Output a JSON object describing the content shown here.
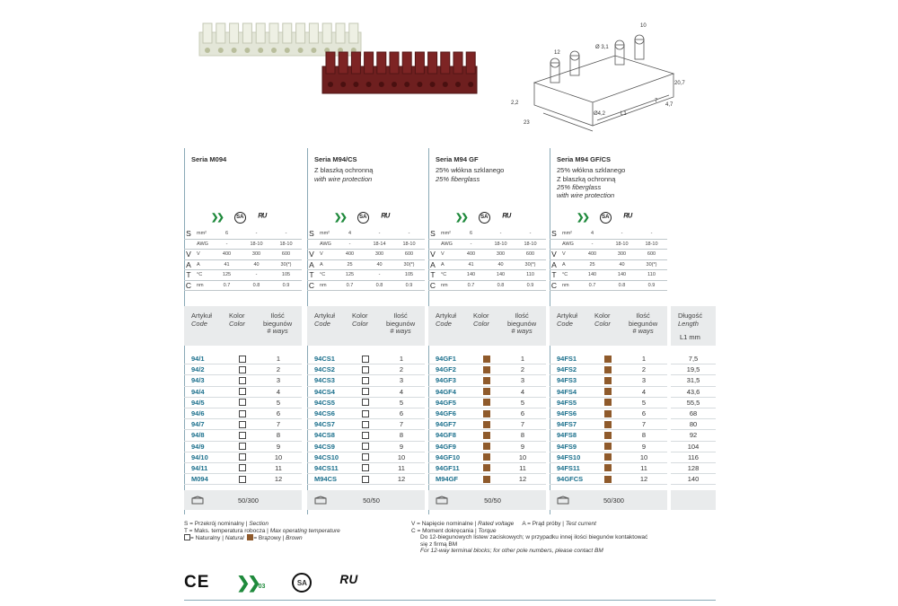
{
  "drawing": {
    "dims": [
      "10",
      "12",
      "Ø 3,1",
      "20,7",
      "2,2",
      "23",
      "Ø4,2",
      "L1",
      "7",
      "4,7"
    ]
  },
  "columns": [
    {
      "series": "Seria M094",
      "desc_pl": [],
      "desc_en": [],
      "specs": [
        {
          "letter": "S",
          "unit": "mm²",
          "vals": [
            "6",
            "-",
            "-"
          ]
        },
        {
          "letter": "",
          "unit": "AWG",
          "vals": [
            "-",
            "18-10",
            "18-10"
          ]
        },
        {
          "letter": "V",
          "unit": "V",
          "vals": [
            "400",
            "300",
            "600"
          ]
        },
        {
          "letter": "A",
          "unit": "A",
          "vals": [
            "41",
            "40",
            "30(*)"
          ]
        },
        {
          "letter": "T",
          "unit": "°C",
          "vals": [
            "125",
            "-",
            "105"
          ]
        },
        {
          "letter": "C",
          "unit": "nm",
          "vals": [
            "0.7",
            "0.8",
            "0.9"
          ]
        }
      ],
      "color": "white",
      "rows": [
        {
          "code": "94/1",
          "ways": "1"
        },
        {
          "code": "94/2",
          "ways": "2"
        },
        {
          "code": "94/3",
          "ways": "3"
        },
        {
          "code": "94/4",
          "ways": "4"
        },
        {
          "code": "94/5",
          "ways": "5"
        },
        {
          "code": "94/6",
          "ways": "6"
        },
        {
          "code": "94/7",
          "ways": "7"
        },
        {
          "code": "94/8",
          "ways": "8"
        },
        {
          "code": "94/9",
          "ways": "9"
        },
        {
          "code": "94/10",
          "ways": "10"
        },
        {
          "code": "94/11",
          "ways": "11"
        },
        {
          "code": "M094",
          "ways": "12"
        }
      ],
      "pack": "50/300"
    },
    {
      "series": "Seria M94/CS",
      "desc_pl": [
        "Z blaszką ochronną"
      ],
      "desc_en": [
        "with wire protection"
      ],
      "specs": [
        {
          "letter": "S",
          "unit": "mm²",
          "vals": [
            "4",
            "-",
            "-"
          ]
        },
        {
          "letter": "",
          "unit": "AWG",
          "vals": [
            "-",
            "18-14",
            "18-10"
          ]
        },
        {
          "letter": "V",
          "unit": "V",
          "vals": [
            "400",
            "300",
            "600"
          ]
        },
        {
          "letter": "A",
          "unit": "A",
          "vals": [
            "25",
            "40",
            "30(*)"
          ]
        },
        {
          "letter": "T",
          "unit": "°C",
          "vals": [
            "125",
            "-",
            "105"
          ]
        },
        {
          "letter": "C",
          "unit": "nm",
          "vals": [
            "0.7",
            "0.8",
            "0.9"
          ]
        }
      ],
      "color": "white",
      "rows": [
        {
          "code": "94CS1",
          "ways": "1"
        },
        {
          "code": "94CS2",
          "ways": "2"
        },
        {
          "code": "94CS3",
          "ways": "3"
        },
        {
          "code": "94CS4",
          "ways": "4"
        },
        {
          "code": "94CS5",
          "ways": "5"
        },
        {
          "code": "94CS6",
          "ways": "6"
        },
        {
          "code": "94CS7",
          "ways": "7"
        },
        {
          "code": "94CS8",
          "ways": "8"
        },
        {
          "code": "94CS9",
          "ways": "9"
        },
        {
          "code": "94CS10",
          "ways": "10"
        },
        {
          "code": "94CS11",
          "ways": "11"
        },
        {
          "code": "M94CS",
          "ways": "12"
        }
      ],
      "pack": "50/50"
    },
    {
      "series": "Seria M94 GF",
      "desc_pl": [
        "25% włókna szklanego"
      ],
      "desc_en": [
        "25% fiberglass"
      ],
      "specs": [
        {
          "letter": "S",
          "unit": "mm²",
          "vals": [
            "6",
            "-",
            "-"
          ]
        },
        {
          "letter": "",
          "unit": "AWG",
          "vals": [
            "-",
            "18-10",
            "18-10"
          ]
        },
        {
          "letter": "V",
          "unit": "V",
          "vals": [
            "400",
            "300",
            "600"
          ]
        },
        {
          "letter": "A",
          "unit": "A",
          "vals": [
            "41",
            "40",
            "30(*)"
          ]
        },
        {
          "letter": "T",
          "unit": "°C",
          "vals": [
            "140",
            "140",
            "110"
          ]
        },
        {
          "letter": "C",
          "unit": "nm",
          "vals": [
            "0.7",
            "0.8",
            "0.9"
          ]
        }
      ],
      "color": "brown",
      "rows": [
        {
          "code": "94GF1",
          "ways": "1"
        },
        {
          "code": "94GF2",
          "ways": "2"
        },
        {
          "code": "94GF3",
          "ways": "3"
        },
        {
          "code": "94GF4",
          "ways": "4"
        },
        {
          "code": "94GF5",
          "ways": "5"
        },
        {
          "code": "94GF6",
          "ways": "6"
        },
        {
          "code": "94GF7",
          "ways": "7"
        },
        {
          "code": "94GF8",
          "ways": "8"
        },
        {
          "code": "94GF9",
          "ways": "9"
        },
        {
          "code": "94GF10",
          "ways": "10"
        },
        {
          "code": "94GF11",
          "ways": "11"
        },
        {
          "code": "M94GF",
          "ways": "12"
        }
      ],
      "pack": "50/50"
    },
    {
      "series": "Seria M94 GF/CS",
      "desc_pl": [
        "25% włókna szklanego",
        "Z blaszką ochronną"
      ],
      "desc_en": [
        "25% fiberglass",
        "with wire protection"
      ],
      "specs": [
        {
          "letter": "S",
          "unit": "mm²",
          "vals": [
            "4",
            "-",
            "-"
          ]
        },
        {
          "letter": "",
          "unit": "AWG",
          "vals": [
            "-",
            "18-10",
            "18-10"
          ]
        },
        {
          "letter": "V",
          "unit": "V",
          "vals": [
            "400",
            "300",
            "600"
          ]
        },
        {
          "letter": "A",
          "unit": "A",
          "vals": [
            "25",
            "40",
            "30(*)"
          ]
        },
        {
          "letter": "T",
          "unit": "°C",
          "vals": [
            "140",
            "140",
            "110"
          ]
        },
        {
          "letter": "C",
          "unit": "nm",
          "vals": [
            "0.7",
            "0.8",
            "0.9"
          ]
        }
      ],
      "color": "brown",
      "rows": [
        {
          "code": "94FS1",
          "ways": "1"
        },
        {
          "code": "94FS2",
          "ways": "2"
        },
        {
          "code": "94FS3",
          "ways": "3"
        },
        {
          "code": "94FS4",
          "ways": "4"
        },
        {
          "code": "94FS5",
          "ways": "5"
        },
        {
          "code": "94FS6",
          "ways": "6"
        },
        {
          "code": "94FS7",
          "ways": "7"
        },
        {
          "code": "94FS8",
          "ways": "8"
        },
        {
          "code": "94FS9",
          "ways": "9"
        },
        {
          "code": "94FS10",
          "ways": "10"
        },
        {
          "code": "94FS11",
          "ways": "11"
        },
        {
          "code": "94GFCS",
          "ways": "12"
        }
      ],
      "pack": "50/300"
    }
  ],
  "table_headers": {
    "code_pl": "Artykuł",
    "code_en": "Code",
    "color_pl": "Kolor",
    "color_en": "Color",
    "ways_pl1": "Ilość",
    "ways_pl2": "biegunów",
    "ways_en": "# ways"
  },
  "length": {
    "title_pl": "Długość",
    "title_en": "Length",
    "unit": "L1 mm",
    "values": [
      "7,5",
      "19,5",
      "31,5",
      "43,6",
      "55,5",
      "68",
      "80",
      "92",
      "104",
      "116",
      "128",
      "140"
    ]
  },
  "legend": {
    "s": "S = Przekrój nominalny |",
    "s_en": "Section",
    "t": "T = Maks. temperatura robocza |",
    "t_en": "Max operating temperature",
    "color_white": "= Naturalny |",
    "color_white_en": "Natural",
    "color_brown": "= Brązowy |",
    "color_brown_en": "Brown",
    "v": "V = Napięcie nominalne |",
    "v_en": "Rated voltage",
    "c": "C = Moment dokręcania |",
    "c_en": "Torque",
    "a": "A = Prąd próby |",
    "a_en": "Test current",
    "note_pl1": "Do 12-biegunowych listew zaciskowych; w przypadku innej ilości biegunów kontaktować",
    "note_pl2": "się z firmą BM",
    "note_en": "For 12-way terminal blocks; for other pole numbers, please contact BM"
  },
  "logos": {
    "ce": "CE",
    "imq": "03",
    "csa": "SA",
    "ul": "ᴿᵁ"
  },
  "colors": {
    "accent_line": "#8aa9b6",
    "code_text": "#1a6f8c",
    "brown": "#8f5a2b",
    "header_bg": "#e9ebec"
  }
}
